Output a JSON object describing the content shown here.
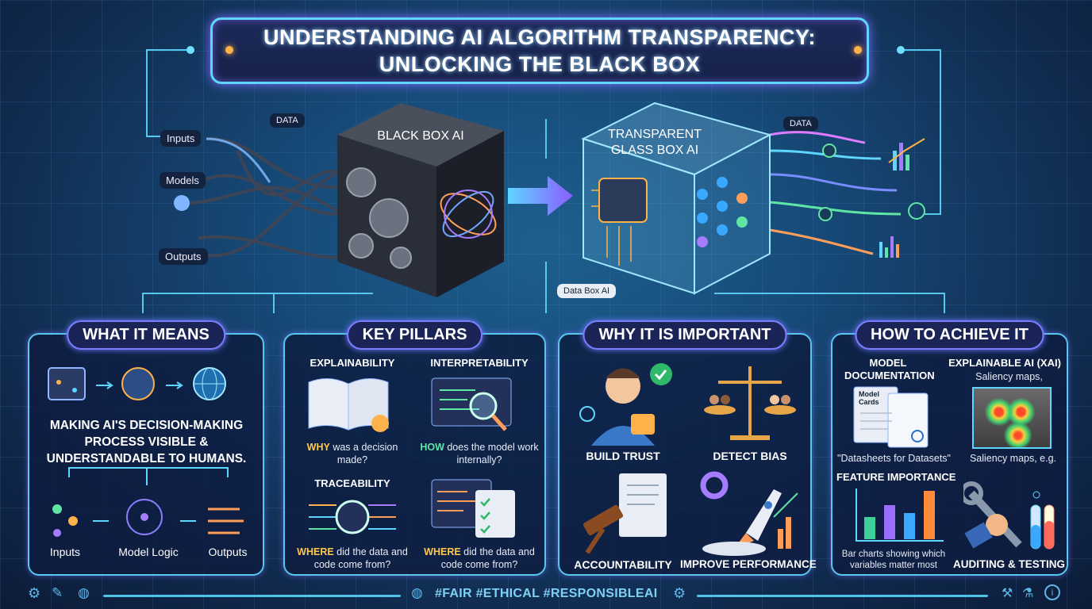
{
  "title": {
    "line1": "UNDERSTANDING AI ALGORITHM TRANSPARENCY:",
    "line2": "UNLOCKING THE BLACK BOX"
  },
  "hero": {
    "labels": {
      "inputs": "Inputs",
      "models": "Models",
      "outputs": "Outputs",
      "data_left": "DATA",
      "data_right": "DATA",
      "data_box": "Data  Box AI"
    },
    "black_box": "BLACK BOX AI",
    "glass_box": "TRANSPARENT GLASS BOX AI"
  },
  "panels": {
    "what": {
      "title": "WHAT IT MEANS",
      "text": "MAKING AI'S DECISION-MAKING PROCESS VISIBLE & UNDERSTANDABLE TO HUMANS.",
      "flow": [
        "Inputs",
        "Model Logic",
        "Outputs"
      ]
    },
    "pillars": {
      "title": "KEY PILLARS",
      "items": [
        {
          "label": "EXPLAINABILITY",
          "key": "WHY",
          "rest": " was a decision made?"
        },
        {
          "label": "INTERPRETABILITY",
          "key": "HOW",
          "rest": " does the model work internally?"
        },
        {
          "label": "TRACEABILITY",
          "key": "WHERE",
          "rest": " did the data and code come from?"
        },
        {
          "label": "",
          "key": "WHERE",
          "rest": " did the data and code come from?"
        }
      ]
    },
    "why": {
      "title": "WHY IT IS IMPORTANT",
      "items": [
        "BUILD TRUST",
        "DETECT BIAS",
        "ACCOUNTABILITY",
        "IMPROVE PERFORMANCE"
      ]
    },
    "how": {
      "title": "HOW TO ACHIEVE IT",
      "doc_title": "MODEL DOCUMENTATION",
      "doc_card": "Model Cards",
      "doc_caption": "\"Datasheets for Datasets\"",
      "xai_title": "EXPLAINABLE AI (XAI)",
      "xai_sub": "Saliency maps,",
      "xai_caption": "Saliency maps, e.g.",
      "fi_title": "FEATURE IMPORTANCE",
      "fi_caption": "Bar charts showing which variables matter most",
      "audit": "AUDITING & TESTING"
    }
  },
  "footer": {
    "hashtags": "#FAIR #ETHICAL #RESPONSIBLEAI"
  },
  "colors": {
    "accent": "#57c7ec",
    "pill": "#7d7cff",
    "highlight": "#ffc94a",
    "green": "#5fe6a4"
  }
}
